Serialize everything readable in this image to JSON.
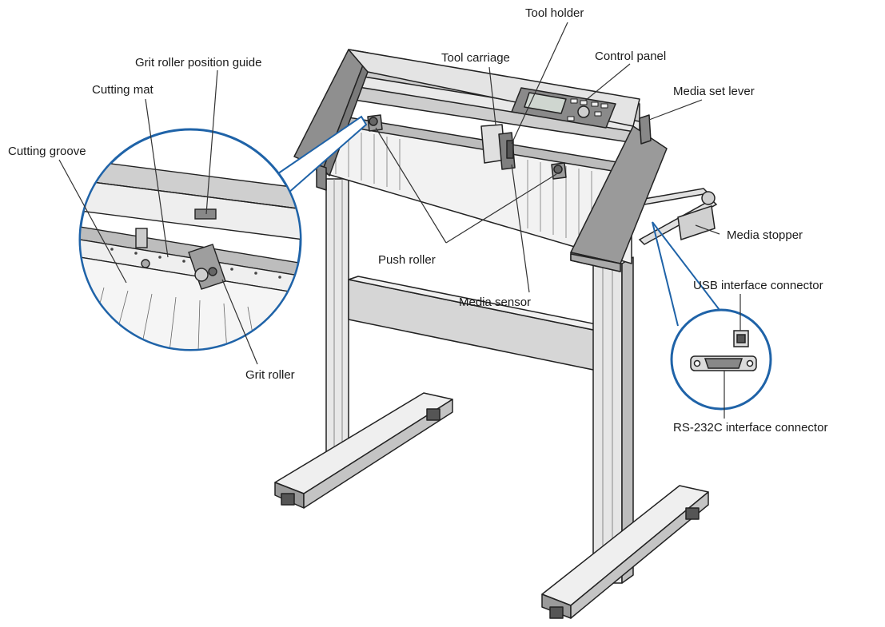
{
  "labels": {
    "tool_holder": "Tool holder",
    "tool_carriage": "Tool carriage",
    "control_panel": "Control panel",
    "grit_roller_position_guide": "Grit roller position guide",
    "media_set_lever": "Media set lever",
    "cutting_mat": "Cutting mat",
    "cutting_groove": "Cutting groove",
    "media_stopper": "Media stopper",
    "push_roller": "Push roller",
    "usb_interface_connector": "USB interface connector",
    "media_sensor": "Media sensor",
    "grit_roller": "Grit roller",
    "rs232c_interface_connector": "RS-232C interface connector"
  },
  "colors": {
    "callout_blue": "#1f63a8",
    "leader_line": "#333333",
    "body_gray": "#8c8c8c",
    "light_gray": "#cfcfcf",
    "outline": "#222222"
  },
  "icons": {
    "usb_port": "usb-b-port",
    "serial_port": "db25-port"
  }
}
